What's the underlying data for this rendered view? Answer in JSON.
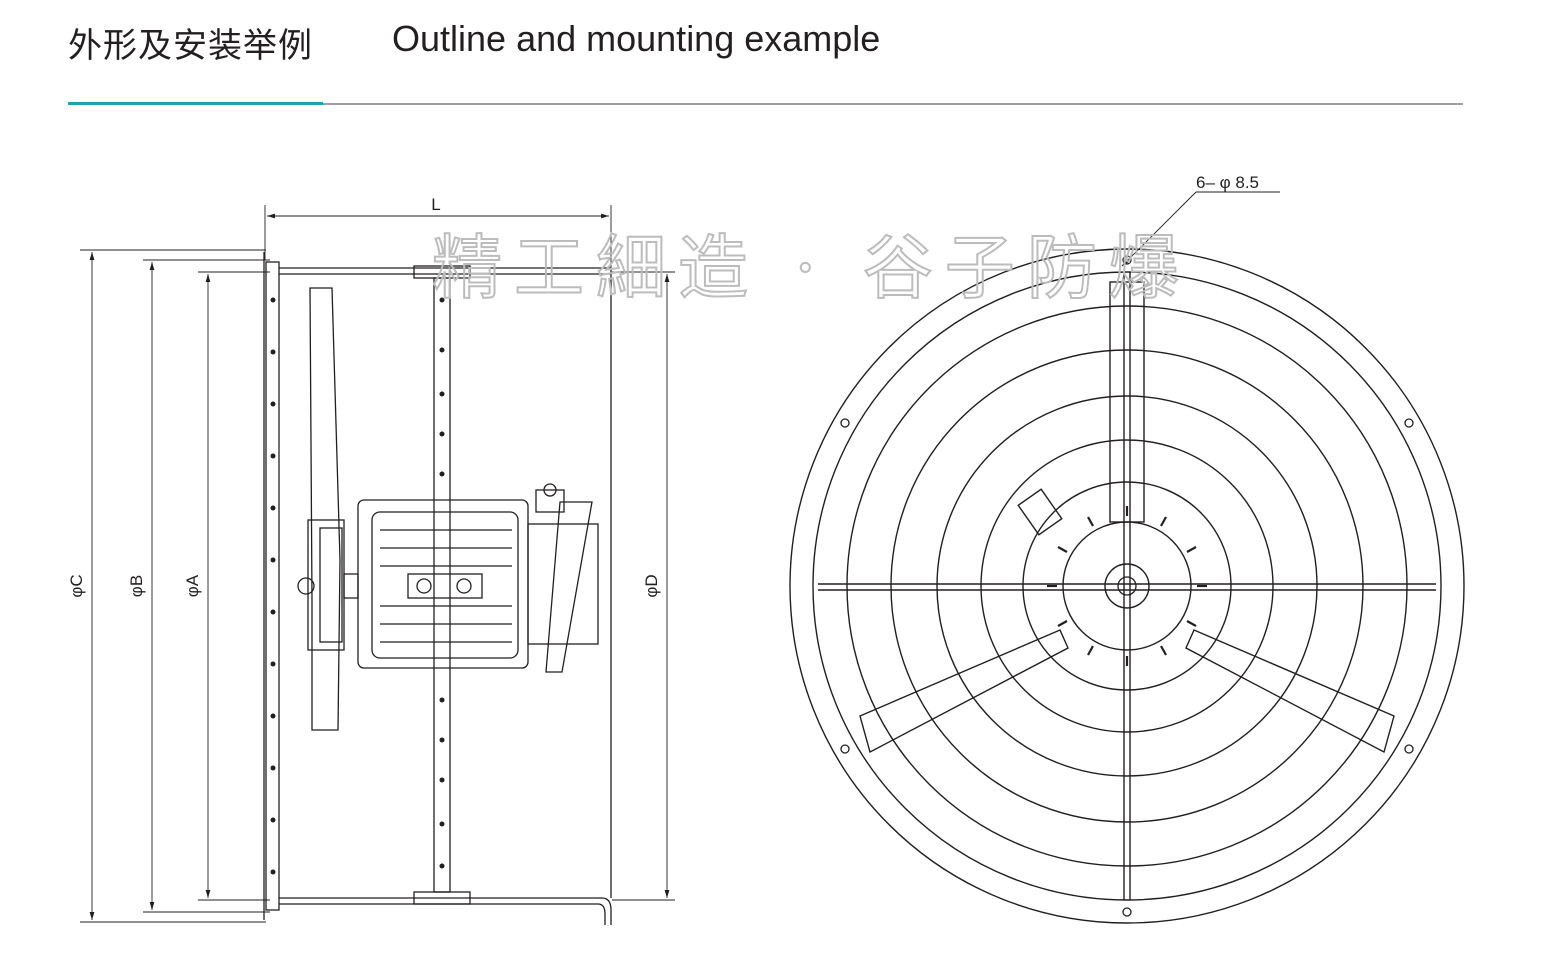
{
  "header": {
    "title_zh": "外形及安装举例",
    "title_en": "Outline and mounting example"
  },
  "dimensions": {
    "length": "L",
    "dia_c": "φC",
    "dia_b": "φB",
    "dia_a": "φA",
    "dia_d": "φD",
    "holes": "6– φ 8.5"
  },
  "watermark": "精工細造 · 谷子防爆",
  "colors": {
    "accent_rule": "#1aa3b0",
    "divider": "#9d9fa2",
    "line": "#231f20"
  }
}
